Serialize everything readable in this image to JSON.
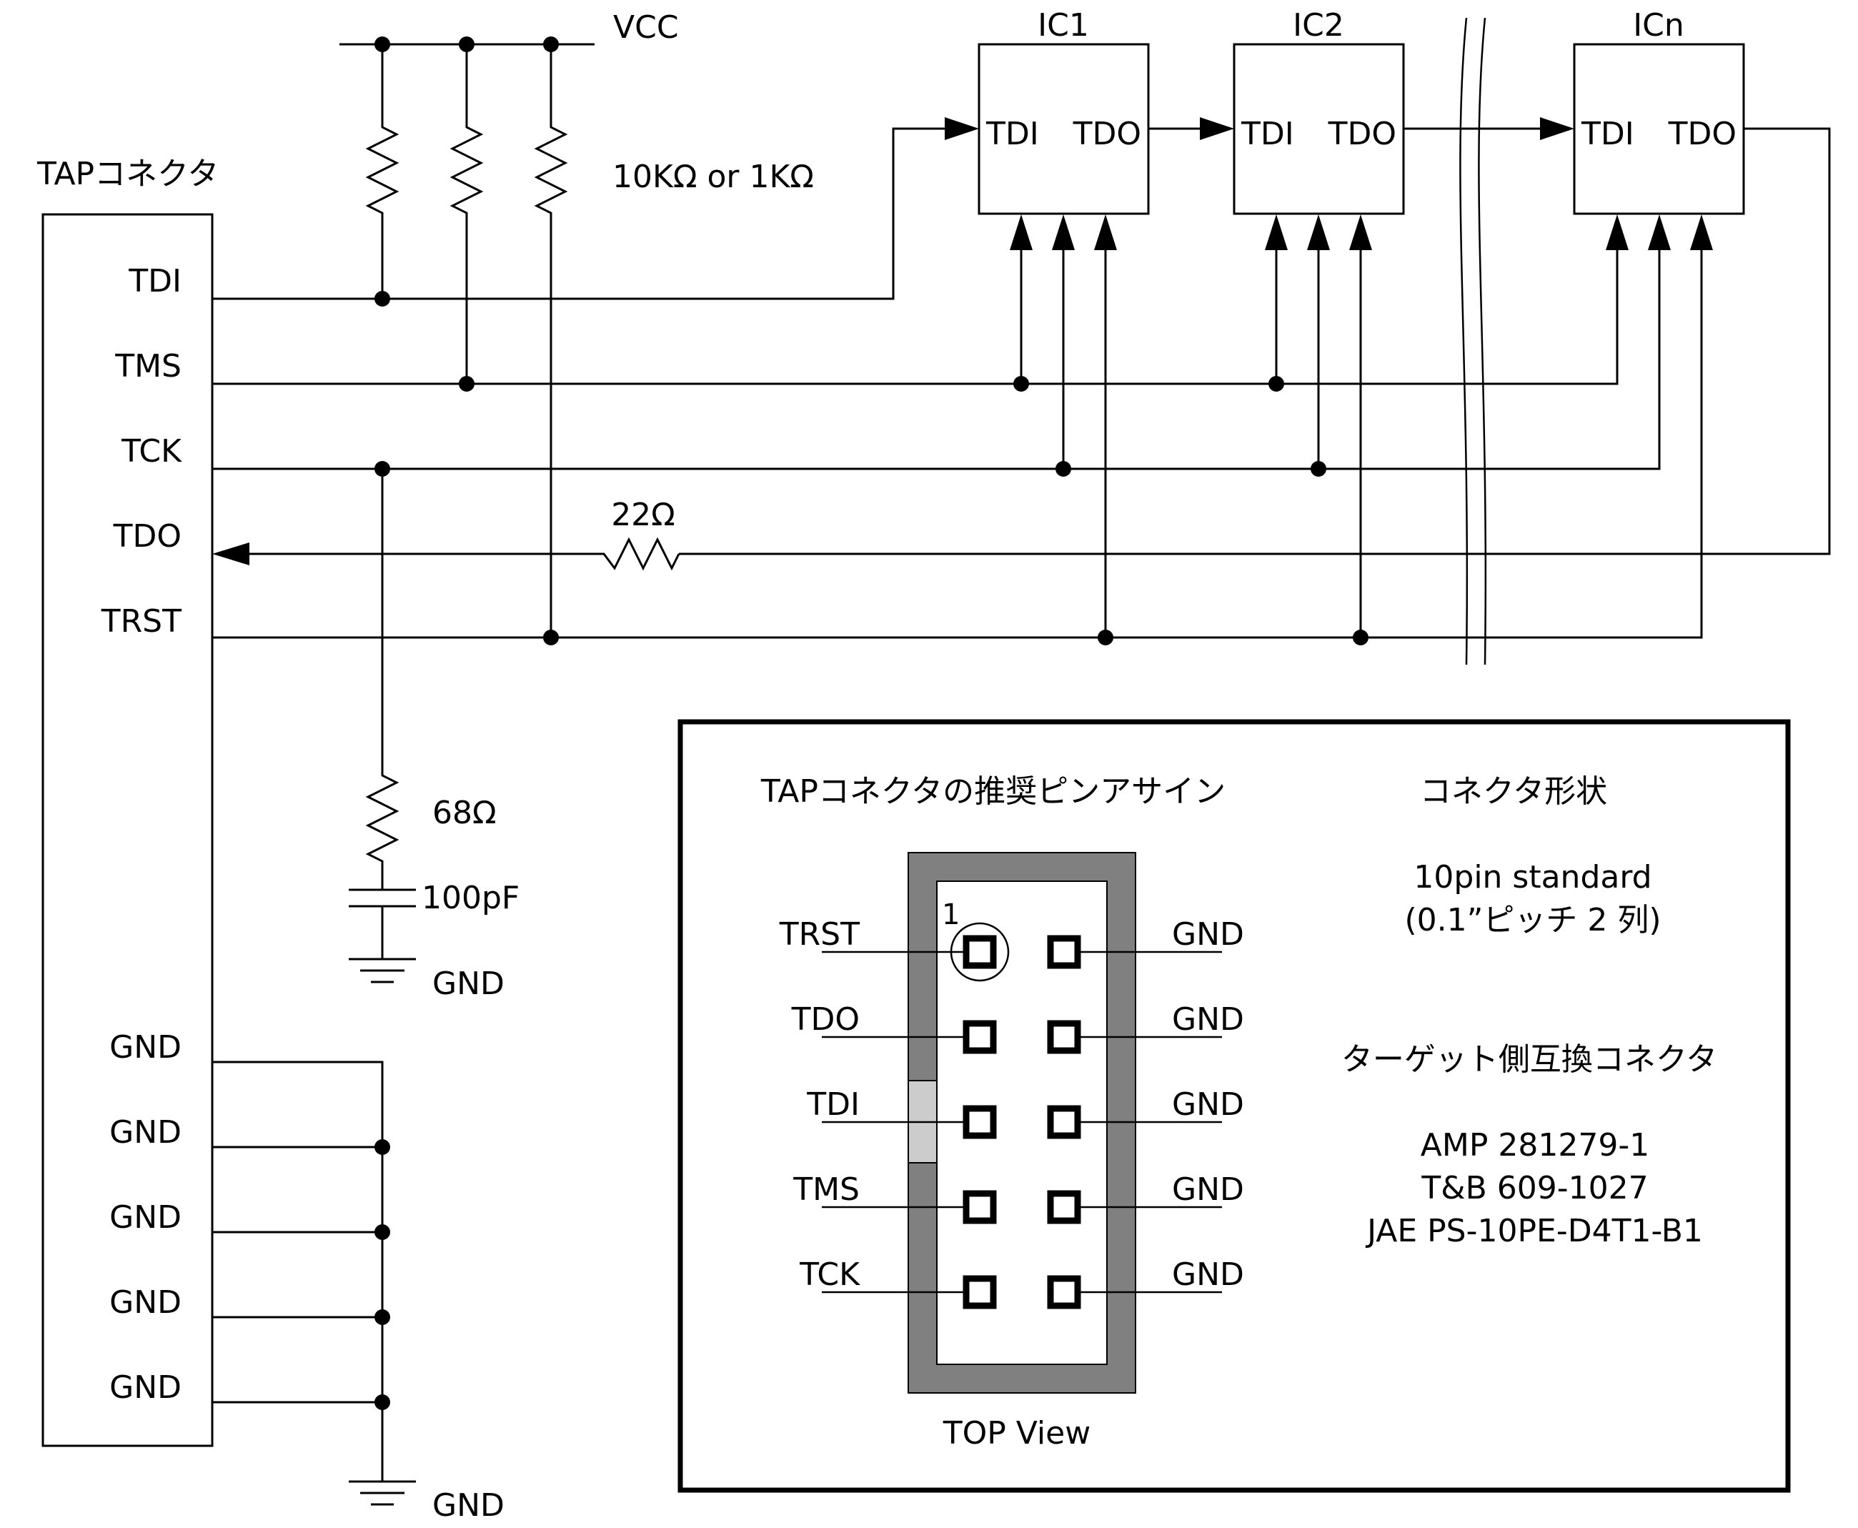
{
  "supply": {
    "vcc": "VCC",
    "pullup_value": "10KΩ or 1KΩ"
  },
  "tap_connector": {
    "title": "TAPコネクタ",
    "pins": [
      "TDI",
      "TMS",
      "TCK",
      "TDO",
      "TRST"
    ],
    "gnd_pins": [
      "GND",
      "GND",
      "GND",
      "GND",
      "GND"
    ]
  },
  "ics": [
    {
      "name": "IC1",
      "tdi": "TDI",
      "tdo": "TDO"
    },
    {
      "name": "IC2",
      "tdi": "TDI",
      "tdo": "TDO"
    },
    {
      "name": "ICn",
      "tdi": "TDI",
      "tdo": "TDO"
    }
  ],
  "components": {
    "series_resistor": "22Ω",
    "term_resistor": "68Ω",
    "term_capacitor": "100pF",
    "gnd_label_1": "GND",
    "gnd_label_2": "GND"
  },
  "info_box": {
    "pin_assign_title": "TAPコネクタの推奨ピンアサイン",
    "pin1_marker": "1",
    "left_pins": [
      "TRST",
      "TDO",
      "TDI",
      "TMS",
      "TCK"
    ],
    "right_pins": [
      "GND",
      "GND",
      "GND",
      "GND",
      "GND"
    ],
    "top_view": "TOP View",
    "shape_title": "コネクタ形状",
    "shape_line1": "10pin standard",
    "shape_line2": "(0.1”ピッチ 2 列)",
    "compat_title": "ターゲット側互換コネクタ",
    "compat_parts": [
      "AMP 281279-1",
      "T&B 609-1027",
      "JAE PS-10PE-D4T1-B1"
    ]
  }
}
